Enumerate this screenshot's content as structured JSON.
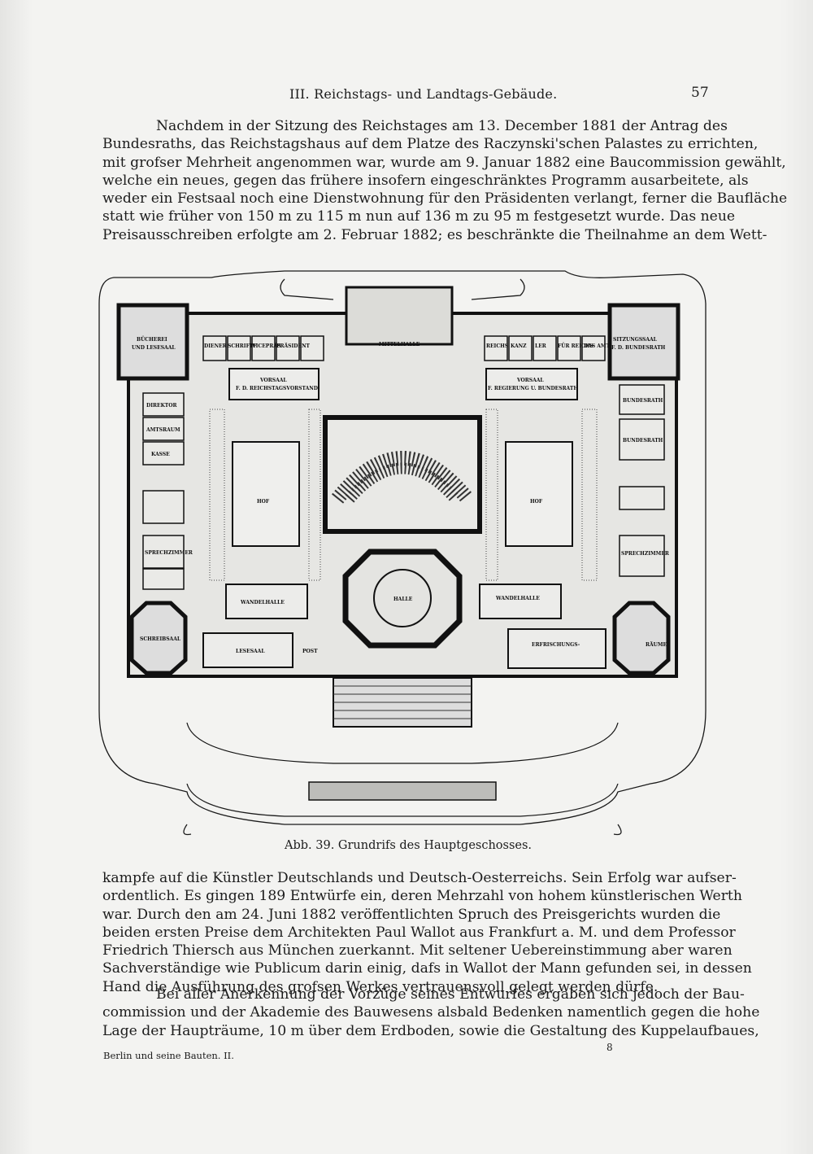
{
  "header": {
    "running_head": "III. Reichstags- und Landtags-Gebäude.",
    "page_number": "57"
  },
  "paragraph1": [
    "Nachdem in der Sitzung des Reichstages am 13. December 1881 der Antrag des",
    "Bundesraths, das Reichstagshaus auf dem Platze des Raczynski'schen Palastes zu errichten,",
    "mit grofser Mehrheit angenommen war, wurde am 9. Januar 1882 eine Baucommission gewählt,",
    "welche ein neues, gegen das frühere insofern eingeschränktes Programm ausarbeitete, als",
    "weder ein Festsaal noch eine Dienstwohnung für den Präsidenten verlangt, ferner die Baufläche",
    "statt wie früher von 150 m zu 115 m nun auf 136 m zu 95 m festgesetzt wurde. Das neue",
    "Preisausschreiben erfolgte am 2. Februar 1882; es beschränkte die Theilnahme an dem Wett-"
  ],
  "figure": {
    "caption": "Abb. 39. Grundrifs des Hauptgeschosses.",
    "labels": {
      "buecherei": "BÜCHEREI",
      "lesesaal_top": "UND LESESAAL",
      "diener": "DIENER",
      "schriftf": "SCHRIFTF",
      "vicepraes": "VICEPRÄS",
      "praesident": "PRÄSIDENT",
      "mittelhalle": "MITTELHALLE",
      "reichskanzler": "REICHS",
      "kanzler": "KANZ",
      "ler": "LER",
      "fuer_reichs": "FÜR REICHS",
      "das_amt": "DAS AMT",
      "sitzungssaal_1": "SITZUNGSSAAL",
      "sitzungssaal_2": "F. D. BUNDESRATH",
      "vorsaal_left_1": "VORSAAL",
      "vorsaal_left_2": "F. D. REICHSTAGSVORSTAND",
      "vorsaal_right_1": "VORSAAL",
      "vorsaal_right_2": "F. REGIERUNG U. BUNDESRATH",
      "direktor": "DIREKTOR",
      "amtsraum": "AMTSRAUM",
      "kasse": "KASSE",
      "hof_left": "HOF",
      "hof_right": "HOF",
      "bundesrath_1": "BUNDESRATH",
      "bundesrath_2": "BUNDESRATH",
      "sprechzimmer_left": "SPRECHZIMMER",
      "sprechzimmer_right": "SPRECHZIMMER",
      "wandelhalle_left": "WANDELHALLE",
      "wandelhalle_right": "WANDELHALLE",
      "halle": "HALLE",
      "schreibsaal": "SCHREIBSAAL",
      "lesesaal": "LESESAAL",
      "post": "POST",
      "erfrischungs": "ERFRISCHUNGS-",
      "raeume": "RÄUME"
    }
  },
  "paragraph2": [
    "kampfe auf die Künstler Deutschlands und Deutsch-Oesterreichs. Sein Erfolg war aufser-",
    "ordentlich. Es gingen 189 Entwürfe ein, deren Mehrzahl von hohem künstlerischen Werth",
    "war. Durch den am 24. Juni 1882 veröffentlichten Spruch des Preisgerichts wurden die",
    "beiden ersten Preise dem Architekten Paul Wallot aus Frankfurt a. M. und dem Professor",
    "Friedrich Thiersch aus München zuerkannt. Mit seltener Uebereinstimmung aber waren",
    "Sachverständige wie Publicum darin einig, dafs in Wallot der Mann gefunden sei, in dessen",
    "Hand die Ausführung des grofsen Werkes vertrauensvoll gelegt werden dürfe."
  ],
  "paragraph3": [
    "Bei aller Anerkennung der Vorzüge seines Entwurfes ergaben sich jedoch der Bau-",
    "commission und der Akademie des Bauwesens alsbald Bedenken namentlich gegen die hohe",
    "Lage der Haupträume, 10 m über dem Erdboden, sowie die Gestaltung des Kuppelaufbaues,"
  ],
  "footer": {
    "book_title": "Berlin und seine Bauten. II.",
    "signature": "8"
  }
}
